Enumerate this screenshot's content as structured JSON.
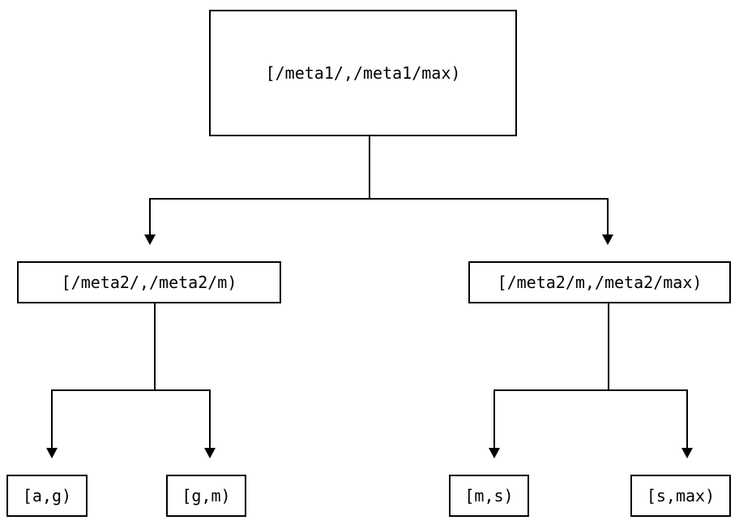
{
  "diagram": {
    "type": "tree",
    "title": "",
    "background_color": "#ffffff",
    "stroke_color": "#000000",
    "text_color": "#000000",
    "levels": 3,
    "nodes": {
      "root": {
        "label": "[/meta1/,/meta1/max)"
      },
      "level2": [
        {
          "label": "[/meta2/,/meta2/m)"
        },
        {
          "label": "[/meta2/m,/meta2/max)"
        }
      ],
      "level3": [
        {
          "label": "[a,g)"
        },
        {
          "label": "[g,m)"
        },
        {
          "label": "[m,s)"
        },
        {
          "label": "[s,max)"
        }
      ]
    }
  }
}
